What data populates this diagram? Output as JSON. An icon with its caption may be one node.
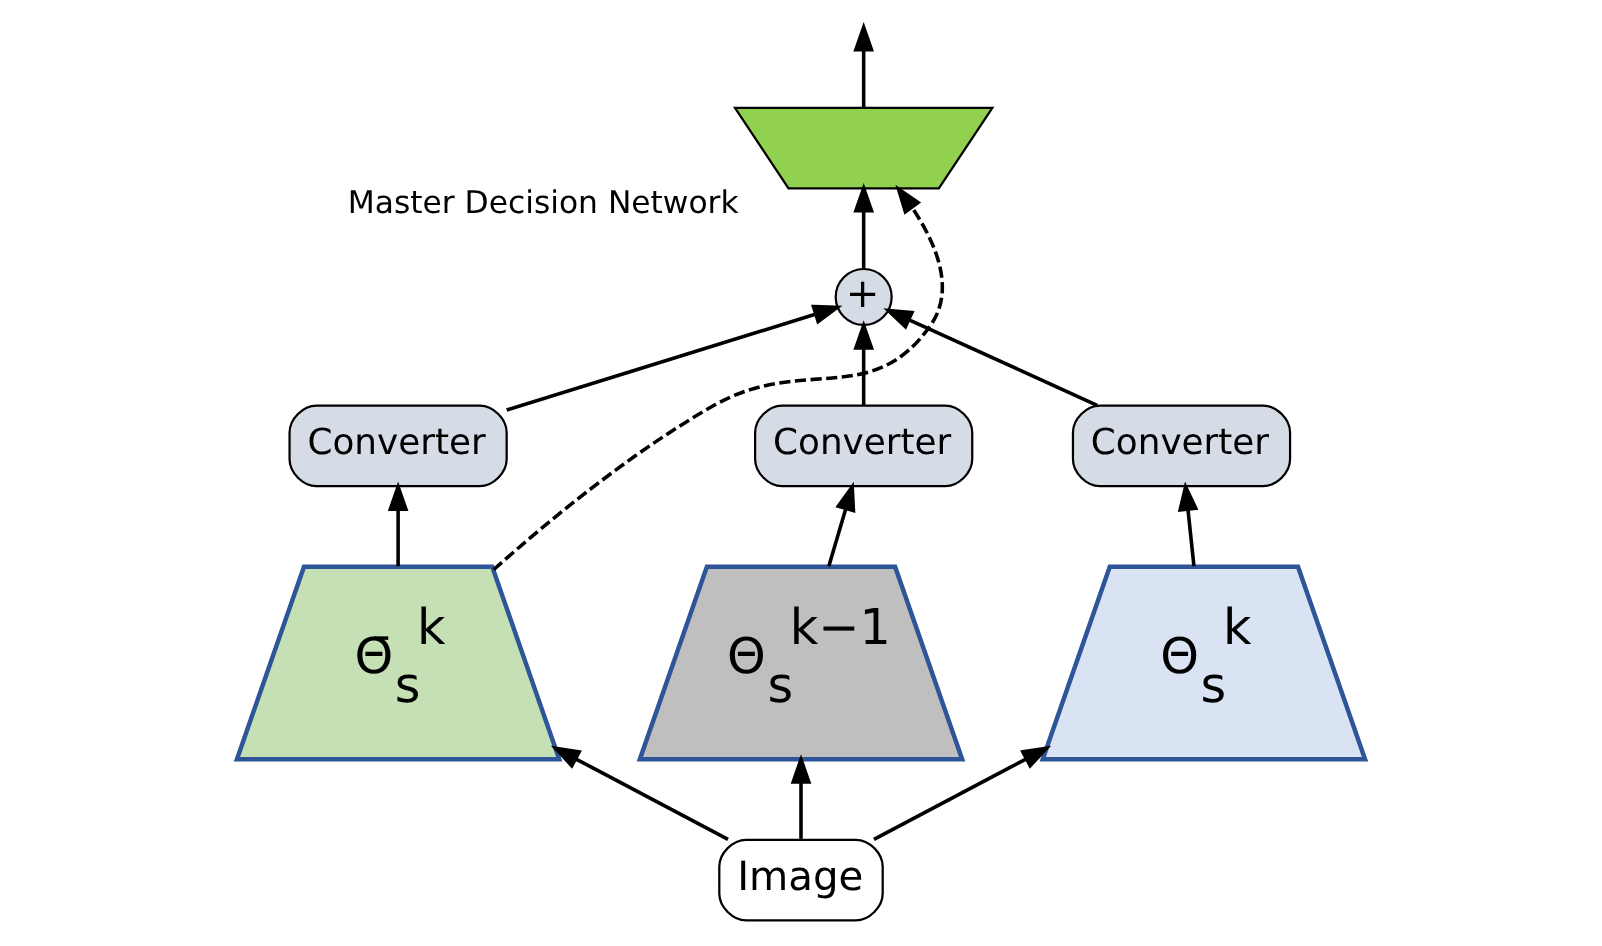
{
  "diagram": {
    "nodes": [
      {
        "text": [
          "Master Decision Network"
        ]
      },
      {
        "text": [
          "+"
        ]
      },
      {
        "text": [
          "Converter"
        ]
      },
      {
        "text": [
          "Converter"
        ]
      },
      {
        "text": [
          "Converter"
        ]
      },
      {
        "text": [
          "Θ̄$_{s}$$^{k}$"
        ]
      },
      {
        "text": [
          "Θ$_{s}$$^{k−1}$"
        ]
      },
      {
        "text": [
          "Θ$_{s}$$^{k}$"
        ]
      },
      {
        "text": [
          "Image"
        ]
      }
    ],
    "edges": [
      {
        "from": 0,
        "to": null,
        "arrow": "to"
      },
      {
        "from": 1,
        "to": 0,
        "arrow": "to"
      },
      {
        "from": 2,
        "to": 1,
        "arrow": "to"
      },
      {
        "from": 3,
        "to": 1,
        "arrow": "to"
      },
      {
        "from": 4,
        "to": 1,
        "arrow": "to"
      },
      {
        "from": 5,
        "to": 2,
        "arrow": "to"
      },
      {
        "from": 6,
        "to": 3,
        "arrow": "to"
      },
      {
        "from": 7,
        "to": 4,
        "arrow": "to"
      },
      {
        "from": 8,
        "to": 5,
        "arrow": "to"
      },
      {
        "from": 8,
        "to": 6,
        "arrow": "to"
      },
      {
        "from": 8,
        "to": 7,
        "arrow": "to"
      },
      {
        "from": 5,
        "to": 0,
        "arrow": "to",
        "style": "dashed"
      }
    ]
  }
}
